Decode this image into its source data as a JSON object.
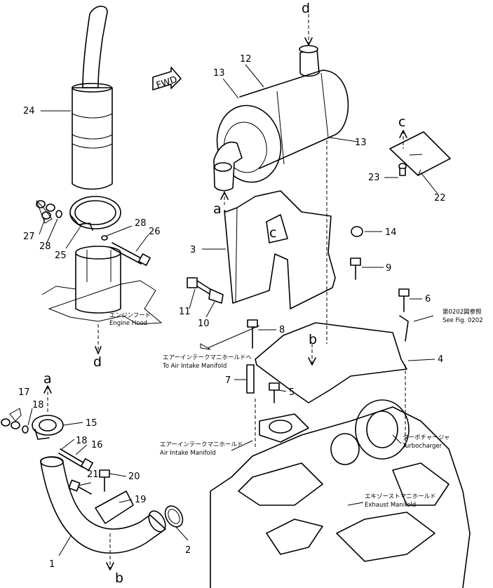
{
  "fwd_badge": "FWD",
  "part_numbers": [
    "1",
    "2",
    "3",
    "4",
    "5",
    "6",
    "7",
    "8",
    "9",
    "10",
    "11",
    "12",
    "13",
    "13",
    "14",
    "15",
    "16",
    "17",
    "18",
    "18",
    "19",
    "20",
    "21",
    "22",
    "23",
    "24",
    "25",
    "26",
    "27",
    "28",
    "28"
  ],
  "connection_letters": [
    "d",
    "a",
    "c",
    "c",
    "b",
    "d",
    "a",
    "b"
  ],
  "notes": {
    "engine_hood_jp": "エンジンフード",
    "engine_hood_en": "Engine Hood",
    "to_air_intake_jp": "エアーインテークマニホールドへ",
    "to_air_intake_en": "To Air Intake Manifold",
    "air_intake_jp": "エアーインテークマニホールド",
    "air_intake_en": "Air Intake Manifold",
    "turbo_jp": "ターボチャージャ",
    "turbo_en": "Turbocharger",
    "exhaust_jp": "エキゾーストマニホールド",
    "exhaust_en": "Exhaust Manifold",
    "see_fig_jp": "第0202図参照",
    "see_fig_en": "See Fig. 0202"
  }
}
